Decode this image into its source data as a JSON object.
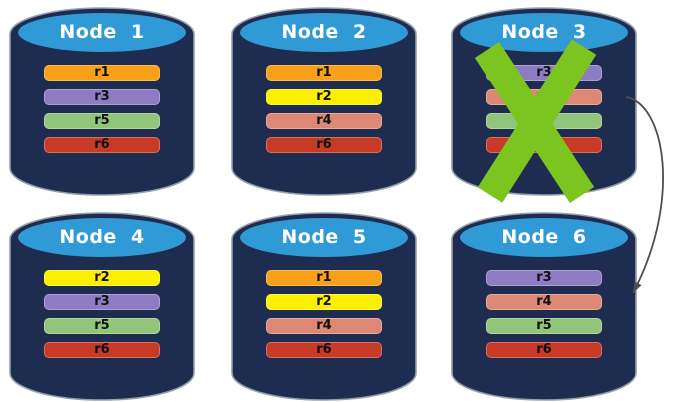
{
  "colors": {
    "cylBody": "#1E2C4F",
    "cylTop": "#2F9AD6",
    "outline": "#93A0AE",
    "titleText": "#FFFFFF",
    "barText": "#101010",
    "xMark": "#7CC41F",
    "arrow": "#4E4E4E",
    "r1": "#F9A01B",
    "r2": "#FCEF00",
    "r3": "#8E7CC3",
    "r4": "#DD8874",
    "r5": "#92C57C",
    "r6": "#C73B26"
  },
  "icons": {
    "cylinder": "database-cylinder-icon",
    "failure": "x-mark-icon",
    "replication": "curved-arrow-icon"
  },
  "nodes": [
    {
      "label": "Node 1",
      "failed": false,
      "bars": [
        {
          "label": "r1",
          "color": "#F9A01B"
        },
        {
          "label": "r3",
          "color": "#8E7CC3"
        },
        {
          "label": "r5",
          "color": "#92C57C"
        },
        {
          "label": "r6",
          "color": "#C73B26"
        }
      ]
    },
    {
      "label": "Node 2",
      "failed": false,
      "bars": [
        {
          "label": "r1",
          "color": "#F9A01B"
        },
        {
          "label": "r2",
          "color": "#FCEF00"
        },
        {
          "label": "r4",
          "color": "#DD8874"
        },
        {
          "label": "r6",
          "color": "#C73B26"
        }
      ]
    },
    {
      "label": "Node 3",
      "failed": true,
      "bars": [
        {
          "label": "r3",
          "color": "#8E7CC3"
        },
        {
          "label": "r4",
          "color": "#DD8874"
        },
        {
          "label": "r5",
          "color": "#92C57C"
        },
        {
          "label": "r6",
          "color": "#C73B26"
        }
      ]
    },
    {
      "label": "Node 4",
      "failed": false,
      "bars": [
        {
          "label": "r2",
          "color": "#FCEF00"
        },
        {
          "label": "r3",
          "color": "#8E7CC3"
        },
        {
          "label": "r5",
          "color": "#92C57C"
        },
        {
          "label": "r6",
          "color": "#C73B26"
        }
      ]
    },
    {
      "label": "Node 5",
      "failed": false,
      "bars": [
        {
          "label": "r1",
          "color": "#F9A01B"
        },
        {
          "label": "r2",
          "color": "#FCEF00"
        },
        {
          "label": "r4",
          "color": "#DD8874"
        },
        {
          "label": "r6",
          "color": "#C73B26"
        }
      ]
    },
    {
      "label": "Node 6",
      "failed": false,
      "bars": [
        {
          "label": "r3",
          "color": "#8E7CC3"
        },
        {
          "label": "r4",
          "color": "#DD8874"
        },
        {
          "label": "r5",
          "color": "#92C57C"
        },
        {
          "label": "r6",
          "color": "#C73B26"
        }
      ]
    }
  ]
}
